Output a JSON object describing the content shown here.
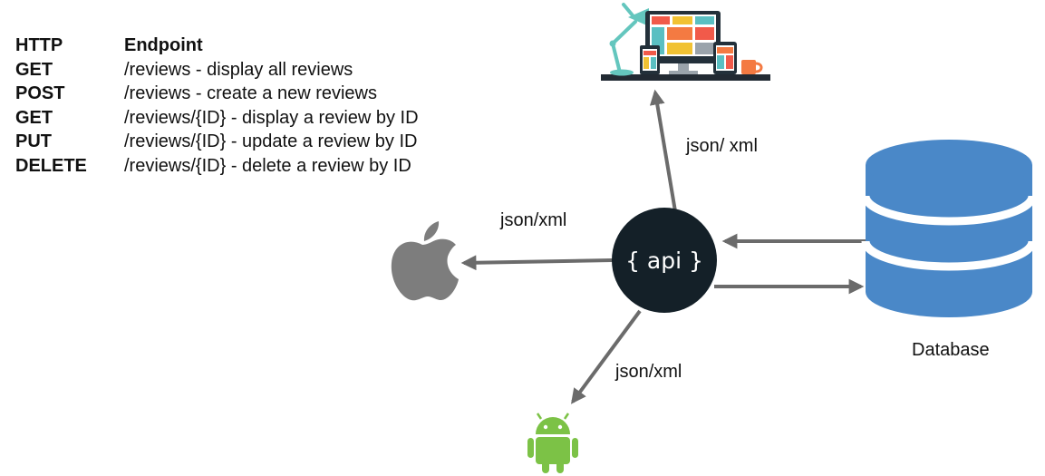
{
  "table": {
    "header": {
      "method": "HTTP",
      "endpoint": "Endpoint"
    },
    "rows": [
      {
        "method": "GET",
        "endpoint": "/reviews - display all reviews"
      },
      {
        "method": "POST",
        "endpoint": "/reviews - create a new reviews"
      },
      {
        "method": "GET",
        "endpoint": "/reviews/{ID} - display a review by ID"
      },
      {
        "method": "PUT",
        "endpoint": "/reviews/{ID} - update a review by ID"
      },
      {
        "method": "DELETE",
        "endpoint": "/reviews/{ID} - delete a review by ID"
      }
    ]
  },
  "diagram": {
    "hub_label": "{ api }",
    "database_label": "Database",
    "edges": {
      "to_web": "json/ xml",
      "to_apple": "json/xml",
      "to_android": "json/xml"
    },
    "icons": {
      "web": "desktop-workspace-icon",
      "apple": "apple-logo-icon",
      "android": "android-robot-icon",
      "database": "database-cylinder-icon"
    }
  },
  "colors": {
    "hub": "#142028",
    "database": "#4a88c8",
    "arrow": "#6b6b6b",
    "apple": "#7d7d7d",
    "android": "#7cc246"
  }
}
